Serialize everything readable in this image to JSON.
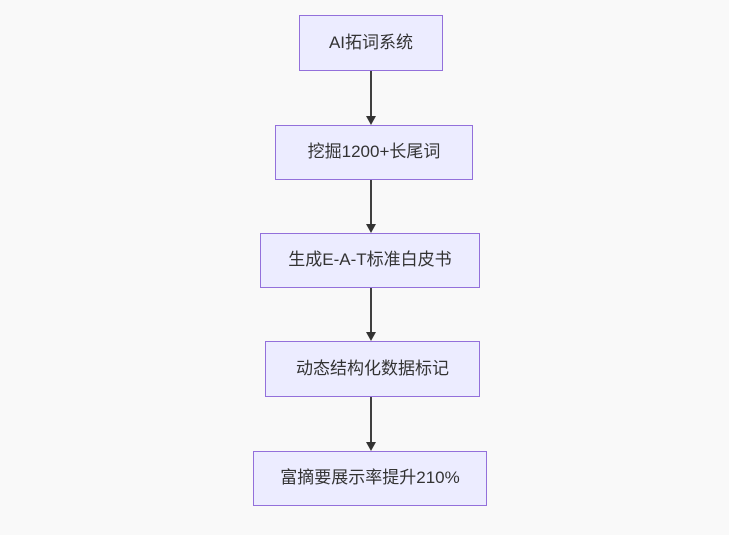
{
  "flowchart": {
    "direction": "top-down",
    "nodes": [
      {
        "label": "AI拓词系统"
      },
      {
        "label": "挖掘1200+长尾词"
      },
      {
        "label": "生成E-A-T标准白皮书"
      },
      {
        "label": "动态结构化数据标记"
      },
      {
        "label": "富摘要展示率提升210%"
      }
    ],
    "connections": [
      {
        "from": "AI拓词系统",
        "to": "挖掘1200+长尾词"
      },
      {
        "from": "挖掘1200+长尾词",
        "to": "生成E-A-T标准白皮书"
      },
      {
        "from": "生成E-A-T标准白皮书",
        "to": "动态结构化数据标记"
      },
      {
        "from": "动态结构化数据标记",
        "to": "富摘要展示率提升210%"
      }
    ],
    "colors": {
      "node_fill": "#ECECFF",
      "node_border": "#9370DB",
      "arrow": "#333333",
      "text": "#333333",
      "canvas_background": "#f9f9f9"
    }
  }
}
